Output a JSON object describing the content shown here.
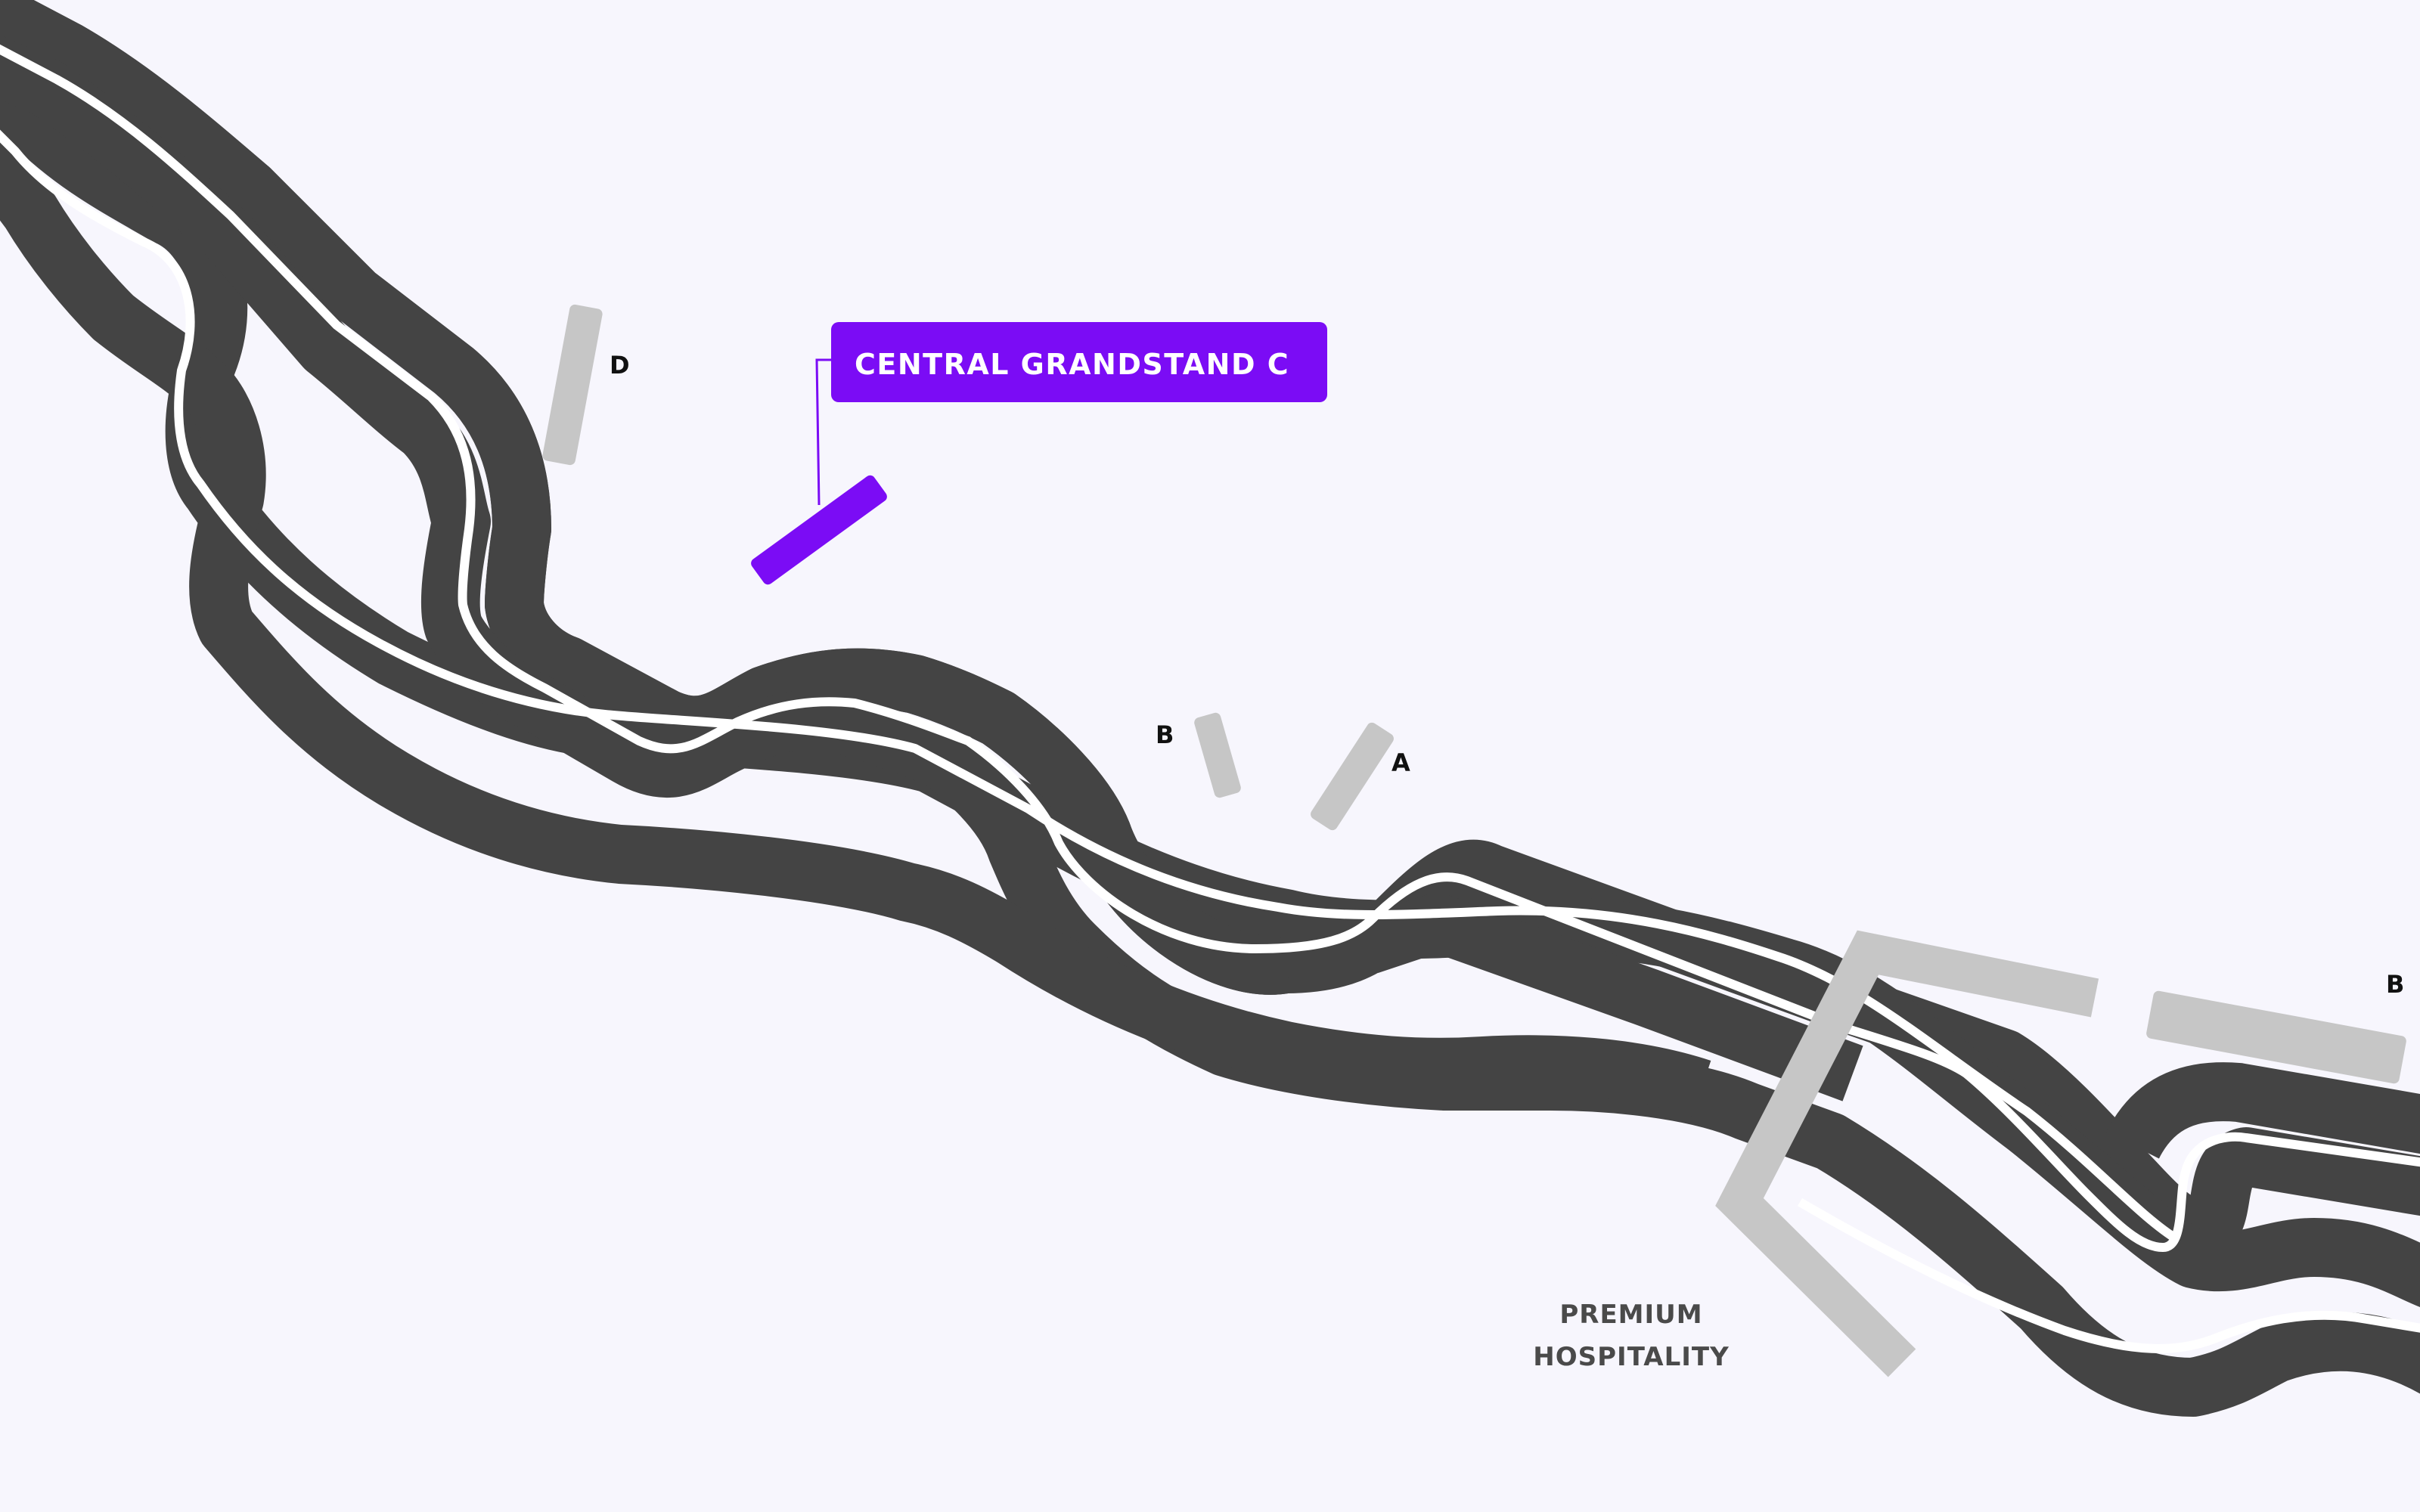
{
  "map": {
    "colors": {
      "background": "#f7f6fd",
      "track": "#444444",
      "track_line": "#ffffff",
      "grandstand": "#c6c6c6",
      "highlight": "#7b0cf5",
      "highlight_text": "#ffffff"
    },
    "highlighted_grandstand": {
      "label": "CENTRAL  GRANDSTAND C"
    },
    "grandstand_labels": {
      "d": "D",
      "b_left": "B",
      "a": "A",
      "b_right": "B"
    },
    "zone": {
      "line1": "PREMIUM",
      "line2": "HOSPITALITY"
    }
  }
}
